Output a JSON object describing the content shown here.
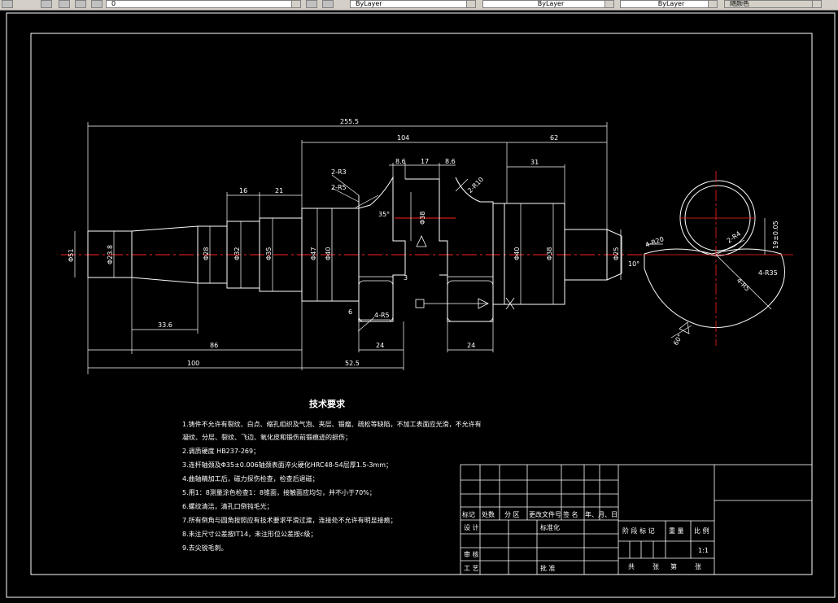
{
  "toolbar": {
    "layer_combo": "0",
    "color_combo": "ByLayer",
    "linetype_combo": "ByLayer",
    "lineweight_combo": "ByLayer",
    "plotstyle_combo": "随颜色"
  },
  "drawing": {
    "dimensions": {
      "overall": "255.5",
      "d104": "104",
      "d62": "62",
      "d8_6a": "8.6",
      "d17": "17",
      "d8_6b": "8.6",
      "d31": "31",
      "d16": "16",
      "d21": "21",
      "d33_6": "33.6",
      "d86": "86",
      "d100": "100",
      "d52_5": "52.5",
      "d24a": "24",
      "d24b": "24",
      "d3": "3",
      "d6": "6",
      "ang35": "35°",
      "ang10": "10°",
      "ang60": "60°",
      "ch2_r3": "2-R3",
      "ch2_r5": "2-R5",
      "ch2_r10": "2-R10",
      "r4_r5": "4-R5",
      "r4_r5b": "4-R5",
      "r4_r35": "4-R35",
      "r2_r4": "2-R4",
      "r4_r20": "4-R20",
      "dim19": "19±0.05",
      "dia": [
        "Φ51",
        "Φ23.8",
        "Φ28",
        "Φ32",
        "Φ35",
        "Φ47",
        "Φ40",
        "Φ38",
        "Φ40",
        "Φ38",
        "Φ25"
      ]
    },
    "tech_title": "技术要求",
    "tech_lines": [
      "1.铸件不允许有裂纹、白点、缩孔组织及气泡、夹层、锻瘤、疏松等缺陷，不加工表面应光滑，不允许有",
      "凝纹、分层、裂纹、飞边、氧化皮和锻伤前锻痕迹的损伤；",
      "2.调质硬度 HB237-269；",
      "3.连杆轴颈及Φ35±0.006轴颈表面淬火硬化HRC48-54层厚1.5-3mm；",
      "4.曲轴精加工后，磁力探伤检查，检查后退磁；",
      "5.用1：8测量涂色检查1：8锥面，接触面应均匀，并不小于70%；",
      "6.螺纹清洁，清孔口倒钝毛光；",
      "7.所有倒角与圆角按照应有技术要求平滑过渡，连接处不允许有明显接痕；",
      "8.未注尺寸公差按IT14，未注形位公差按c级；",
      "9.去尖锐毛刺。"
    ],
    "title_block": {
      "h_mark": "标记",
      "h_count": "处数",
      "h_zone": "分 区",
      "h_docno": "更改文件号",
      "h_sign": "签 名",
      "h_date": "年、月、日",
      "design": "设 计",
      "standard": "标准化",
      "review": "审 核",
      "process": "工 艺",
      "approve": "批 准",
      "stage": "阶 段 标 记",
      "weight": "重 量",
      "scale_label": "比 例",
      "scale": "1:1",
      "sheets_total": "共",
      "sheets_word": "张",
      "sheet_num": "第",
      "sheet_word": "张"
    }
  }
}
